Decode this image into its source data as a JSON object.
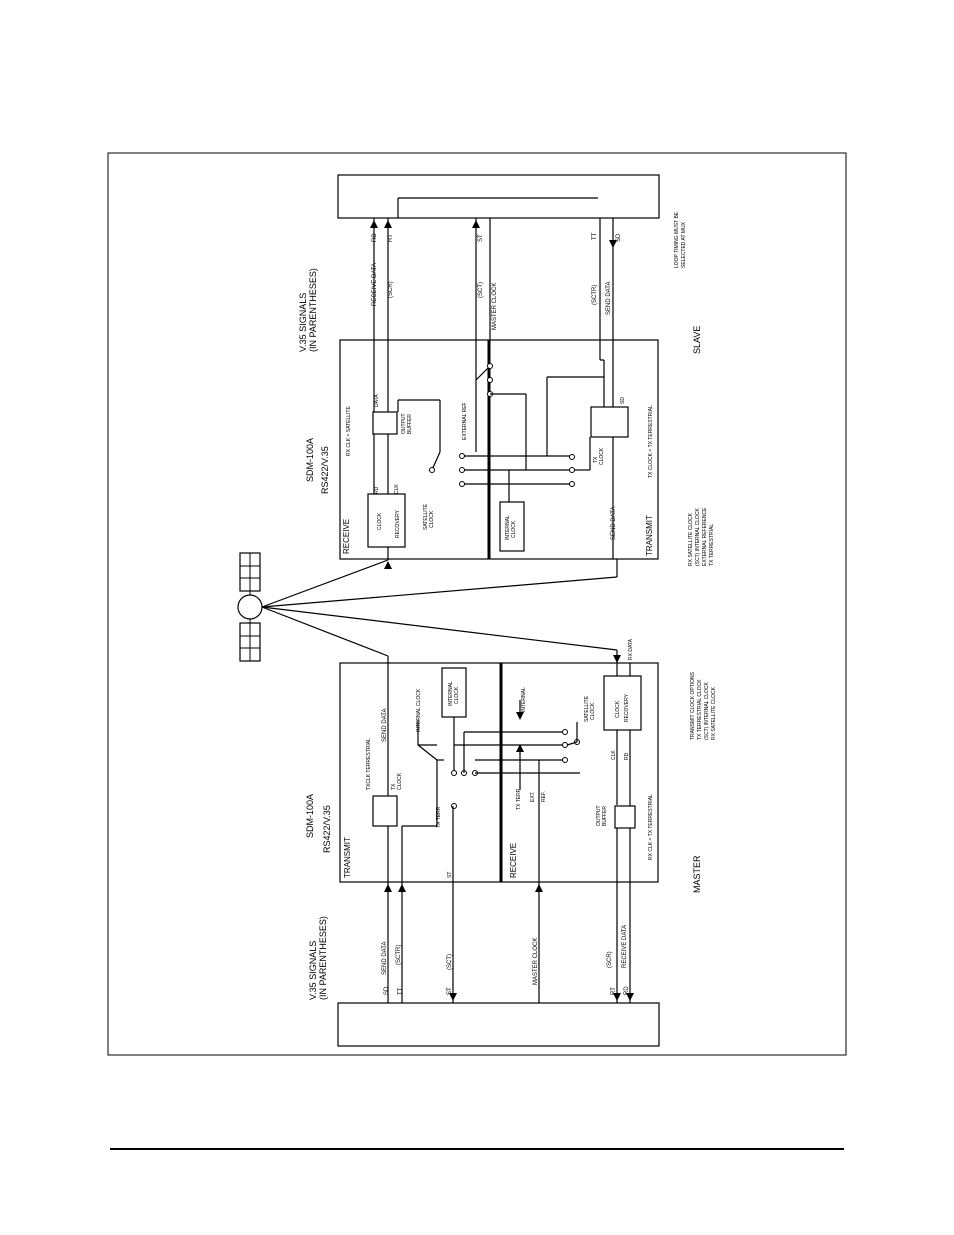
{
  "master": {
    "v35_signals": [
      "V.35 SIGNALS",
      "(IN PARENTHESES)"
    ],
    "unit_name": "SDM-100A",
    "unit_interface": "RS422/V.35",
    "section_transmit": "TRANSMIT",
    "section_receive": "RECEIVE",
    "caption": "MASTER",
    "signals": {
      "sd": "SD",
      "tt": "TT",
      "send_data": "SEND DATA",
      "sctr": "(SCTR)",
      "st": "ST",
      "sct": "(SCT)",
      "master_clock": "MASTER CLOCK",
      "rt": "RT",
      "rd": "RD",
      "scr": "(SCR)",
      "receive_data": "RECEIVE DATA"
    },
    "inner": {
      "send_data": "SEND DATA",
      "txclk_terrestrial": "TXCLK TERRESTRIAL",
      "tx_clock": [
        "TX",
        "CLOCK"
      ],
      "tx_terr": "TX TERR",
      "st": "ST",
      "internal_clock_label": "INTERNAL CLOCK",
      "internal_clock_box": [
        "INTERNAL",
        "CLOCK"
      ],
      "internal": "INTERNAL",
      "satellite_clock": [
        "SATELLITE",
        "CLOCK"
      ],
      "clock_recovery": [
        "CLOCK",
        "RECOVERY"
      ],
      "clk": "CLK",
      "rd": "RD",
      "output_buffer": [
        "OUTPUT",
        "BUFFER"
      ],
      "ext_ref": [
        "EXT.",
        "REF."
      ],
      "tx_terr2": "TX TERR",
      "rx_data": "RX DATA",
      "rx_clk_note": "RX CLK = TX TERRESTRIAL"
    },
    "notes": [
      "TRANSMIT CLOCK OPTIONS",
      "TX TERRESTRIAL CLOCK",
      "(SCT) INTERNAL CLOCK",
      "RX SATELLITE CLOCK"
    ]
  },
  "slave": {
    "v35_signals": [
      "V.35 SIGNALS",
      "(IN PARENTHESES)"
    ],
    "unit_name": "SDM-100A",
    "unit_interface": "RS422/V.35",
    "section_receive": "RECEIVE",
    "section_transmit": "TRANSMIT",
    "caption": "SLAVE",
    "signals": {
      "rd": "RD",
      "rt": "RT",
      "receive_data": "RECEIVE DATA",
      "scr": "(SCR)",
      "st": "ST",
      "sct": "(SCT)",
      "master_clock": "MASTER CLOCK",
      "tt": "TT",
      "sd": "SD",
      "sctr": "(SCTR)",
      "send_data": "SEND DATA"
    },
    "inner": {
      "rx_clk_note": "RX CLK = SATELLITE",
      "data": "DATA",
      "output_buffer": [
        "OUTPUT",
        "BUFFER"
      ],
      "external_ref": "EXTERNAL REF",
      "rd": "RD",
      "clk": "CLK",
      "clock_recovery": [
        "CLOCK",
        "RECOVERY"
      ],
      "satellite_clock": [
        "SATELLITE",
        "CLOCK"
      ],
      "internal_clock": [
        "INTERNAL",
        "CLOCK"
      ],
      "send_data": "SEND DATA",
      "tx_clock": [
        "TX",
        "CLOCK"
      ],
      "sd": "SD",
      "tx_clock_note": "TX CLOCK = TX TERRESTRIAL"
    },
    "notes_right": [
      "LOOP TIMING MUST BE",
      "SELECTED AT MUX"
    ],
    "notes_left": [
      "RX SATELLITE CLOCK",
      "(SCT) INTERNAL CLOCK",
      "EXTERNAL REFERENCE",
      "TX TERRESTRIAL"
    ]
  }
}
